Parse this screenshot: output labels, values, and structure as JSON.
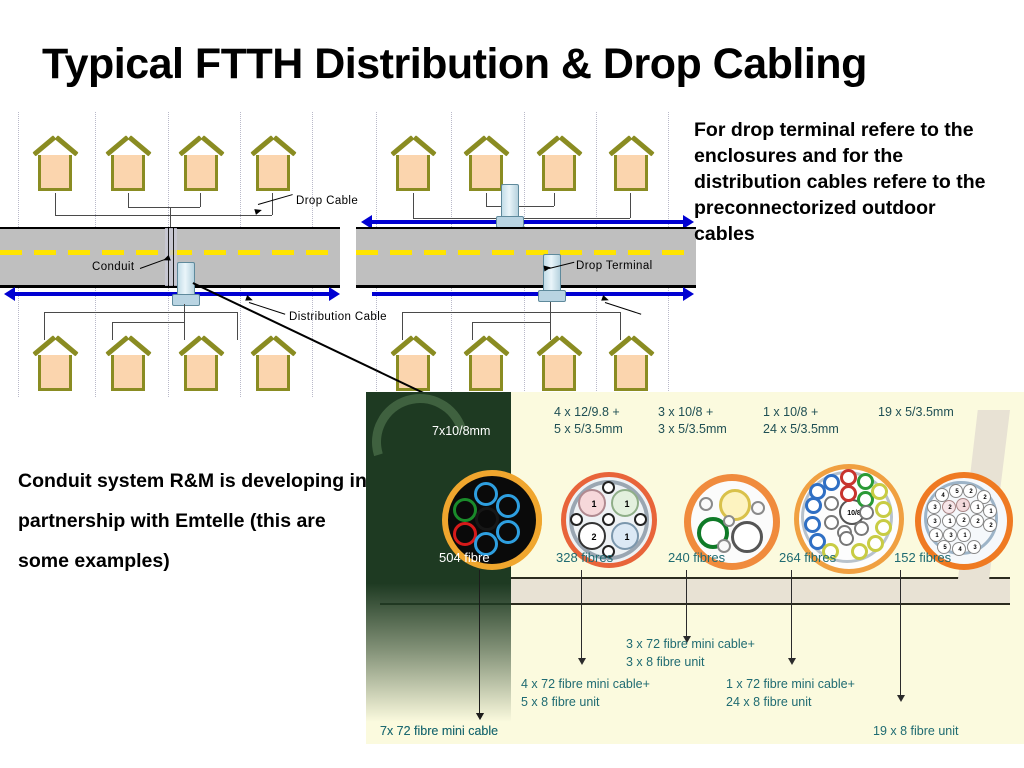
{
  "slide": {
    "title": "Typical FTTH Distribution & Drop Cabling",
    "right_paragraph": "For drop terminal refere to the enclosures and for the distribution cables refere to the preconnectorized outdoor cables",
    "left_paragraph": "Conduit system R&M is developing in partnership with Emtelle (this are some examples)"
  },
  "street_diagram": {
    "labels": {
      "drop_cable": "Drop Cable",
      "conduit": "Conduit",
      "distribution_cable": "Distribution Cable",
      "drop_terminal": "Drop Terminal"
    },
    "colors": {
      "road": "#bfbfbf",
      "centerline": "#ffe400",
      "distribution_cable": "#0000d2",
      "house_fill": "#fbd5ae",
      "house_outline": "#8a8c22",
      "terminal": "#b9d4e2"
    }
  },
  "photo": {
    "overlay_label": "7x10/8mm",
    "background": "#fbfade",
    "overlay_color": "#1e3a22",
    "top_labels": [
      "4 x 12/9.8 +\n5 x 5/3.5mm",
      "3 x 10/8 +\n3 x 5/3.5mm",
      "1 x 10/8 +\n24 x 5/3.5mm",
      "19 x 5/3.5mm"
    ],
    "top_labels_flat": {
      "l1a": "4 x 12/9.8 +",
      "l1b": "5 x 5/3.5mm",
      "l2a": "3 x 10/8 +",
      "l2b": "3 x 5/3.5mm",
      "l3a": "1 x 10/8 +",
      "l3b": "24 x 5/3.5mm",
      "l4a": "19 x 5/3.5mm"
    },
    "fibre_counts": {
      "c1": "504 fibre",
      "c2": "328 fibres",
      "c3": "240 fibres",
      "c4": "264 fibres",
      "c5": "152 fibres"
    },
    "bottom_labels": {
      "b1": "7x 72 fibre mini cable",
      "b2a": "4 x 72  fibre mini cable+",
      "b2b": "5 x 8 fibre unit",
      "b3a": "3 x 72  fibre mini cable+",
      "b3b": "3 x 8 fibre unit",
      "b4a": "1 x 72  fibre mini cable+",
      "b4b": "24 x 8 fibre unit",
      "b5": "19 x 8 fibre unit"
    },
    "inner_numbers": {
      "c2": [
        "1",
        "1",
        "2",
        "1"
      ],
      "c4_center": "10/8",
      "c5": [
        "4",
        "5",
        "2",
        "2",
        "3",
        "2",
        "1",
        "1",
        "1",
        "3",
        "1",
        "2",
        "2",
        "2",
        "1",
        "3",
        "1",
        "5",
        "4",
        "3"
      ]
    }
  }
}
